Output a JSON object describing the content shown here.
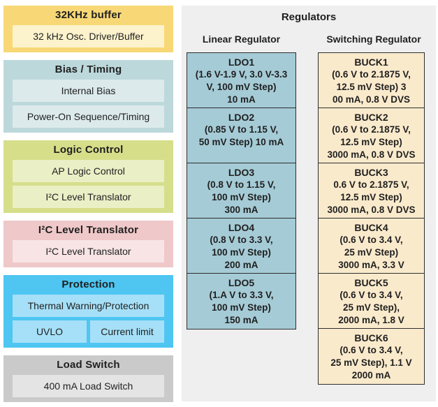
{
  "colors": {
    "page_bg": "#FFFFFF",
    "panel_bg": "#EFEFEF",
    "yellow_block": "#F8D876",
    "yellow_item": "#FCF2CC",
    "teal_block": "#BCD8DB",
    "teal_item": "#DCEAEC",
    "green_block": "#D6DE8A",
    "green_item": "#EAEFC6",
    "pink_block": "#EFC8C9",
    "pink_item": "#F8E4E4",
    "blue_block": "#4EC6F1",
    "blue_item": "#A6E0F8",
    "gray_block": "#CACACA",
    "gray_item": "#E4E4E4",
    "ldo_box": "#A5CBD6",
    "buck_box": "#FAEACC",
    "box_border": "#2E2E2E",
    "text": "#1F1F1F"
  },
  "left": {
    "blocks": [
      {
        "title": "32KHz buffer",
        "items": [
          "32 kHz Osc. Driver/Buffer"
        ]
      },
      {
        "title": "Bias / Timing",
        "items": [
          "Internal Bias",
          "Power-On Sequence/Timing"
        ]
      },
      {
        "title": "Logic Control",
        "items": [
          "AP Logic Control",
          "I²C Level Translator"
        ]
      },
      {
        "title": "I²C Level Translator",
        "items": [
          "I²C Level Translator"
        ]
      },
      {
        "title": "Protection",
        "items": [
          "Thermal Warning/Protection"
        ],
        "split": [
          "UVLO",
          "Current limit"
        ]
      },
      {
        "title": "Load Switch",
        "items": [
          "400 mA Load Switch"
        ]
      }
    ]
  },
  "regulators": {
    "title": "Regulators",
    "columns": [
      {
        "heading": "Linear Regulator",
        "boxes": [
          {
            "name": "LDO1",
            "lines": [
              "(1.6 V-1.9 V, 3.0 V-3.3",
              "V, 100 mV Step)",
              "10 mA"
            ]
          },
          {
            "name": "LDO2",
            "lines": [
              "(0.85 V to 1.15 V,",
              "50 mV Step) 10 mA"
            ]
          },
          {
            "name": "LDO3",
            "lines": [
              "(0.8 V to 1.15 V,",
              "100 mV Step)",
              "300 mA"
            ]
          },
          {
            "name": "LDO4",
            "lines": [
              "(0.8 V to 3.3 V,",
              "100 mV Step)",
              "200 mA"
            ]
          },
          {
            "name": "LDO5",
            "lines": [
              "(1.A V to 3.3 V,",
              "100 mV Step)",
              "150 mA"
            ]
          }
        ]
      },
      {
        "heading": "Switching Regulator",
        "boxes": [
          {
            "name": "BUCK1",
            "lines": [
              "(0.6 V to 2.1875 V,",
              "12.5 mV Step) 3",
              "00 mA, 0.8 V DVS"
            ]
          },
          {
            "name": "BUCK2",
            "lines": [
              "(0.6 V to 2.1875 V,",
              "12.5 mV Step)",
              "3000 mA, 0.8 V DVS"
            ]
          },
          {
            "name": "BUCK3",
            "lines": [
              "0.6 V to 2.1875 V,",
              "12.5 mV Step)",
              "3000 mA, 0.8 V DVS"
            ]
          },
          {
            "name": "BUCK4",
            "lines": [
              "(0.6 V to 3.4 V,",
              "25 mV Step)",
              "3000 mA, 3.3 V"
            ]
          },
          {
            "name": "BUCK5",
            "lines": [
              "(0.6 V to 3.4 V,",
              "25 mV Step),",
              "2000 mA, 1.8 V"
            ]
          },
          {
            "name": "BUCK6",
            "lines": [
              "(0.6 V to 3.4 V,",
              "25 mV Step), 1.1 V",
              "2000 mA"
            ]
          }
        ]
      }
    ]
  }
}
